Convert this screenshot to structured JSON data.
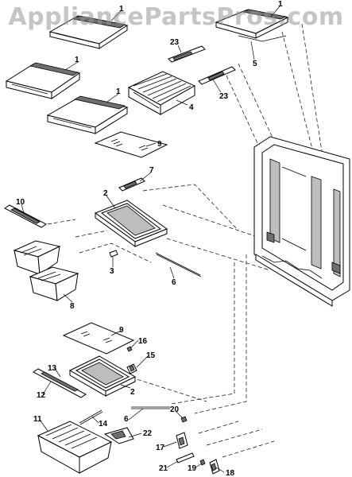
{
  "watermark": "AppliancePartsPros.com",
  "callouts": {
    "c1a": "1",
    "c1b": "1",
    "c1c": "1",
    "c1d": "1",
    "c2a": "2",
    "c2b": "2",
    "c3": "3",
    "c4": "4",
    "c5": "5",
    "c6a": "6",
    "c6b": "6",
    "c7": "7",
    "c8": "8",
    "c9a": "9",
    "c9b": "9",
    "c10": "10",
    "c11": "11",
    "c12": "12",
    "c13": "13",
    "c14": "14",
    "c15": "15",
    "c16": "16",
    "c17": "17",
    "c18": "18",
    "c19": "19",
    "c20": "20",
    "c21": "21",
    "c22": "22",
    "c23a": "23",
    "c23b": "23"
  }
}
